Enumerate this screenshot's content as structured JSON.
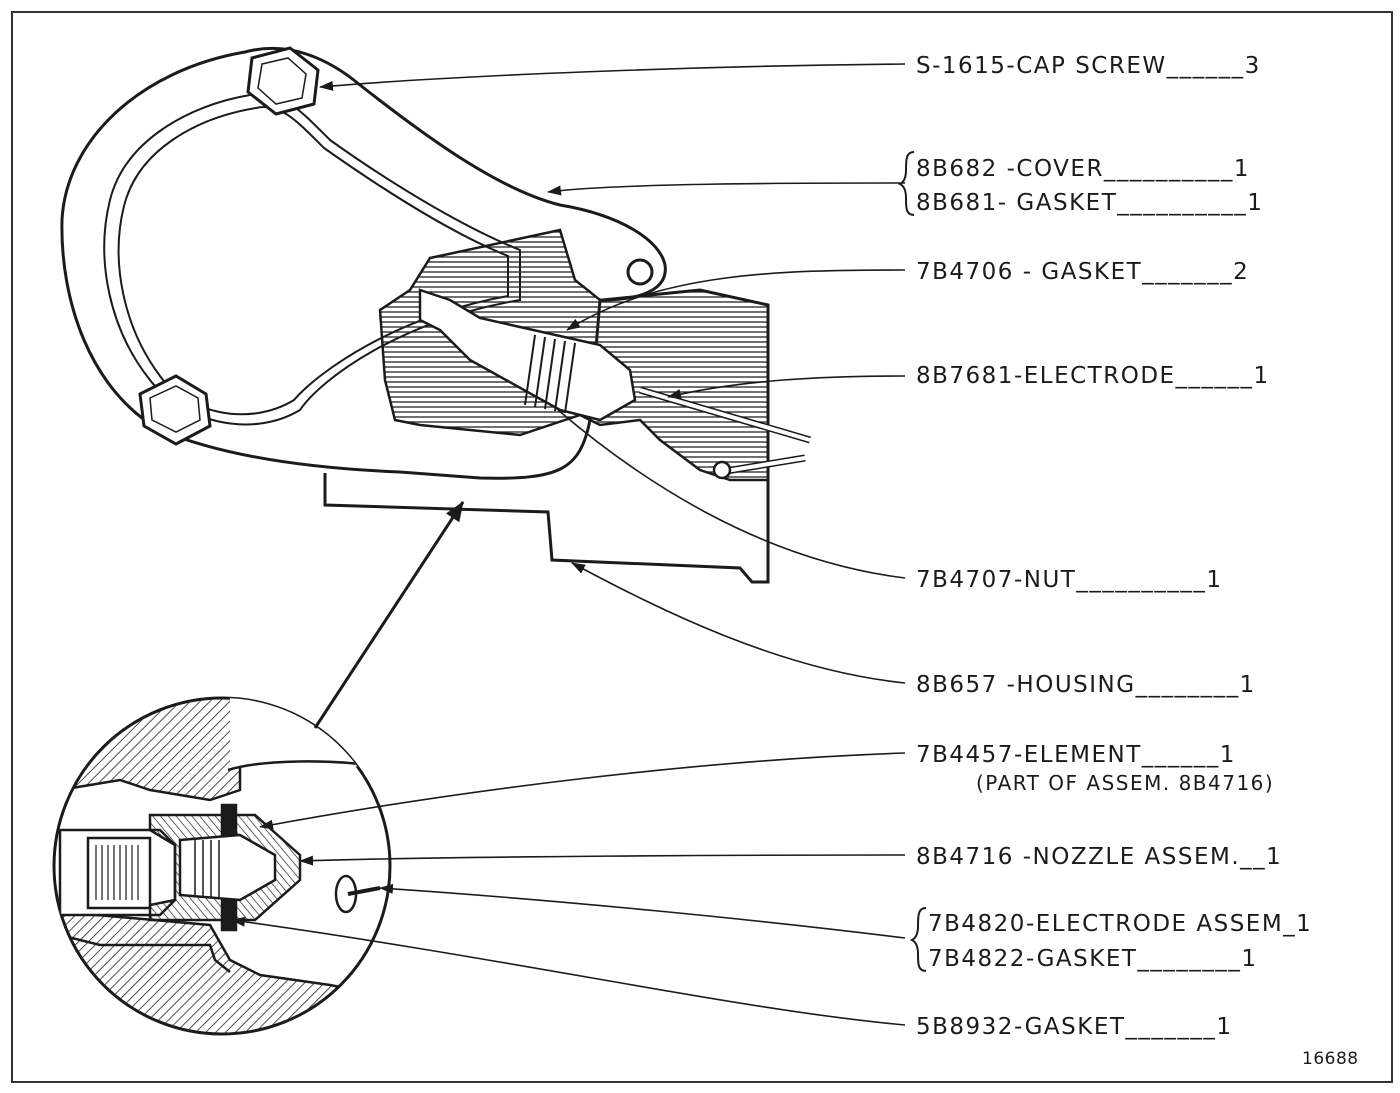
{
  "figure_number": "16688",
  "parts": [
    {
      "id": "cap-screw",
      "text": "S-1615-CAP  SCREW______3"
    },
    {
      "id": "cover",
      "text": "8B682 -COVER__________1"
    },
    {
      "id": "cover-gasket",
      "text": "8B681- GASKET__________1"
    },
    {
      "id": "gasket-7b4706",
      "text": "7B4706 - GASKET_______2"
    },
    {
      "id": "electrode-8b7681",
      "text": "8B7681-ELECTRODE______1"
    },
    {
      "id": "nut",
      "text": "7B4707-NUT__________1"
    },
    {
      "id": "housing",
      "text": "8B657 -HOUSING________1"
    },
    {
      "id": "element",
      "text": "7B4457-ELEMENT______1"
    },
    {
      "id": "nozzle",
      "text": "8B4716 -NOZZLE  ASSEM.__1"
    },
    {
      "id": "electrode-assem",
      "text": "7B4820-ELECTRODE ASSEM_1"
    },
    {
      "id": "gasket-7b4822",
      "text": "7B4822-GASKET________1"
    },
    {
      "id": "gasket-5b8932",
      "text": "5B8932-GASKET_______1"
    }
  ],
  "notes": {
    "element_note": "(PART OF ASSEM. 8B4716)"
  }
}
